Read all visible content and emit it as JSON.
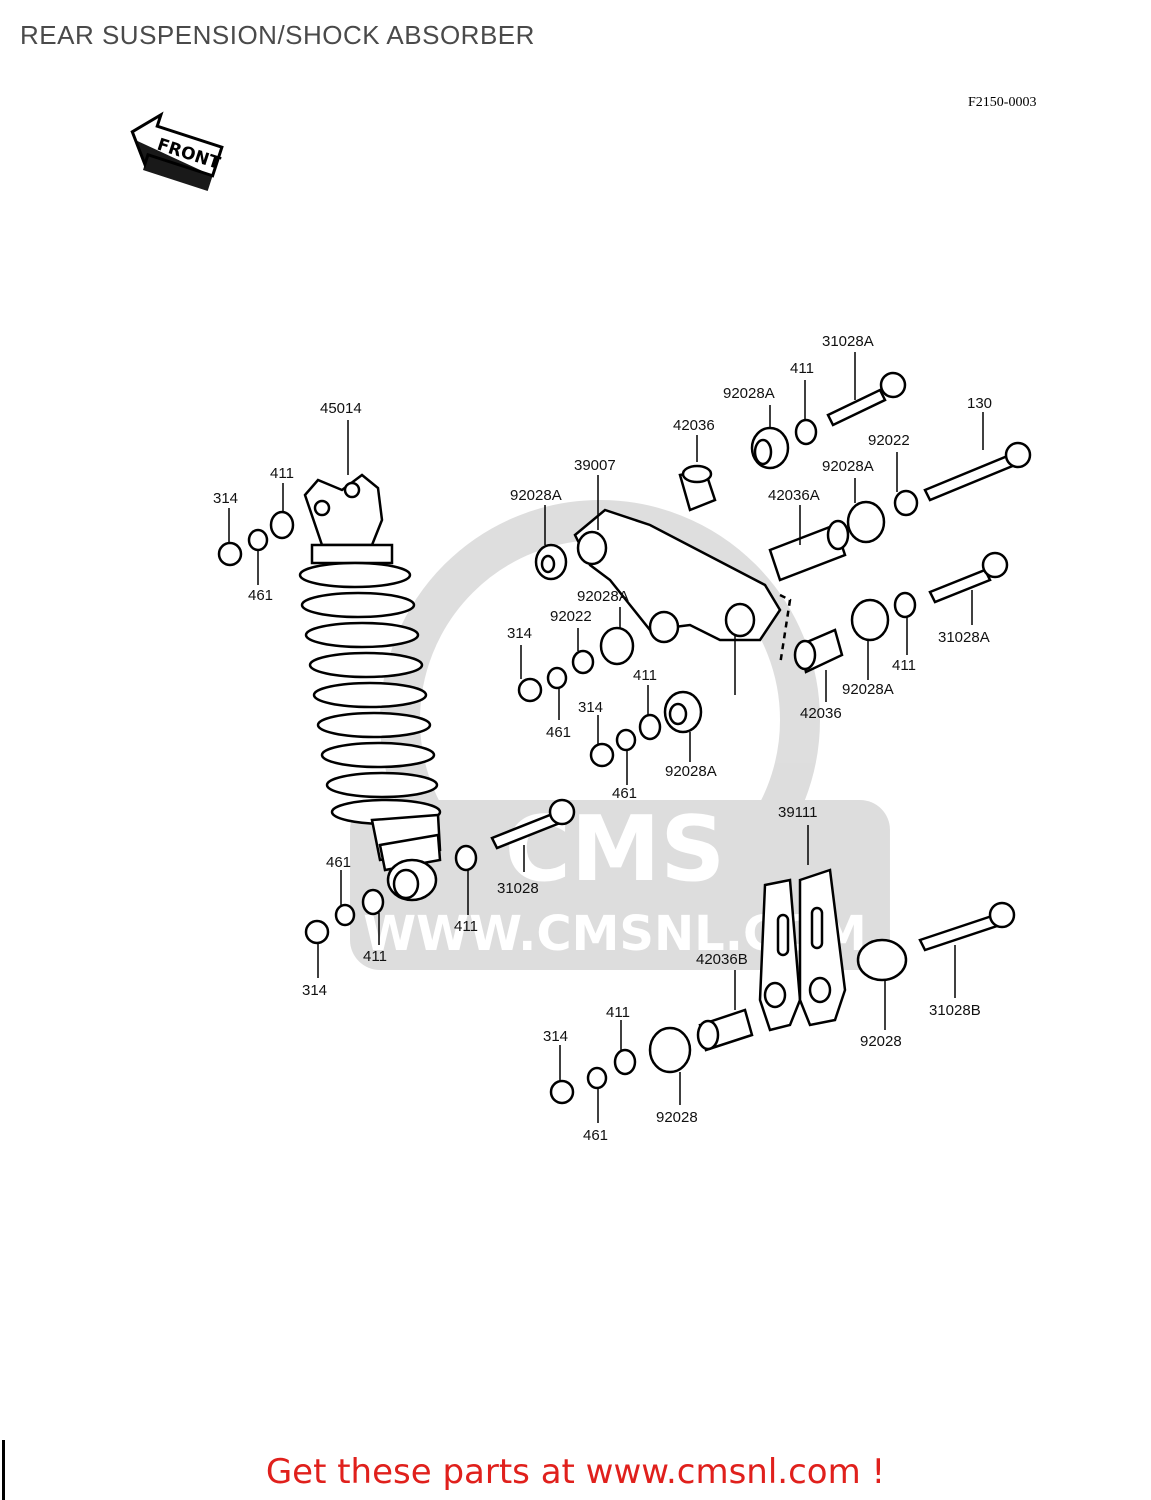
{
  "page": {
    "title": "REAR SUSPENSION/SHOCK ABSORBER",
    "diagram_code": "F2150-0003",
    "front_label": "FRONT",
    "watermark_logo": "CMS",
    "watermark_url": "WWW.CMSNL.COM",
    "callout": "Get these parts at www.cmsnl.com !"
  },
  "parts": {
    "p45014": "45014",
    "p411_a": "411",
    "p314_a": "314",
    "p461_a": "461",
    "p39007": "39007",
    "p92028A_a": "92028A",
    "p42036_a": "42036",
    "p92028A_b": "92028A",
    "p411_b": "411",
    "p31028A_a": "31028A",
    "p130": "130",
    "p92022_a": "92022",
    "p92028A_c": "92028A",
    "p42036A": "42036A",
    "p92028A_d": "92028A",
    "p92022_b": "92022",
    "p314_b": "314",
    "p461_b": "461",
    "p411_c": "411",
    "p314_c": "314",
    "p461_c": "461",
    "p92028A_e": "92028A",
    "p31028A_b": "31028A",
    "p411_d": "411",
    "p92028A_f": "92028A",
    "p42036_b": "42036",
    "p39111": "39111",
    "p31028": "31028",
    "p411_e": "411",
    "p461_d": "461",
    "p411_f": "411",
    "p314_d": "314",
    "p42036B": "42036B",
    "p31028B": "31028B",
    "p92028_a": "92028",
    "p314_e": "314",
    "p411_g": "411",
    "p461_e": "461",
    "p92028_b": "92028"
  }
}
